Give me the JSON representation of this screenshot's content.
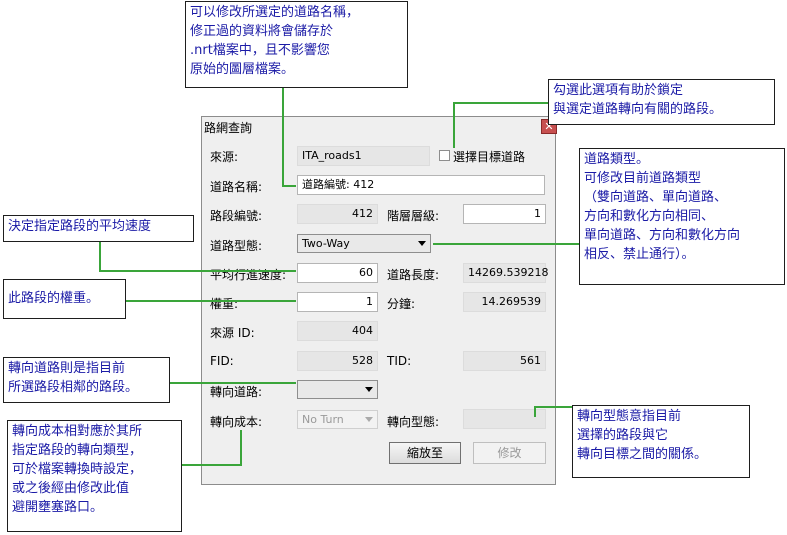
{
  "dialog": {
    "title": "路網查詢",
    "close_glyph": "✕",
    "source_label": "來源:",
    "source_value": "ITA_roads1",
    "select_target_label": "選擇目標道路",
    "road_name_label": "道路名稱:",
    "road_name_value": "道路編號: 412",
    "segment_id_label": "路段編號:",
    "segment_id_value": "412",
    "level_label": "階層層級:",
    "level_value": "1",
    "road_type_label": "道路型態:",
    "road_type_value": "Two-Way",
    "speed_label": "平均行進速度:",
    "speed_value": "60",
    "length_label": "道路長度:",
    "length_value": "14269.539218",
    "weight_label": "權重:",
    "weight_value": "1",
    "minutes_label": "分鐘:",
    "minutes_value": "14.269539",
    "source_id_label": "來源 ID:",
    "source_id_value": "404",
    "fid_label": "FID:",
    "fid_value": "528",
    "tid_label": "TID:",
    "tid_value": "561",
    "turn_road_label": "轉向道路:",
    "turn_road_value": "",
    "turn_cost_label": "轉向成本:",
    "turn_cost_value": "No Turn",
    "turn_type_label": "轉向型態:",
    "turn_type_value": "",
    "zoom_button": "縮放至",
    "modify_button": "修改"
  },
  "callouts": {
    "road_name": [
      "可以修改所選定的道路名稱，",
      "修正過的資料將會儲存於",
      ".nrt檔案中，且不影響您",
      "原始的圖層檔案。"
    ],
    "select_target": [
      "勾選此選項有助於鎖定",
      "與選定道路轉向有關的路段。"
    ],
    "road_type": [
      "道路類型。",
      "可修改目前道路類型",
      "（雙向道路、單向道路、",
      "方向和數化方向相同、",
      "單向道路、方向和數化方向",
      "相反、禁止通行）。"
    ],
    "speed": [
      "決定指定路段的平均速度"
    ],
    "weight": [
      "此路段的權重。"
    ],
    "turn_road": [
      "轉向道路則是指目前",
      "所選路段相鄰的路段。"
    ],
    "turn_cost": [
      "轉向成本相對應於其所",
      "指定路段的轉向類型，",
      "可於檔案轉換時設定，",
      "或之後經由修改此值",
      "避開壅塞路口。"
    ],
    "turn_type": [
      "轉向型態意指目前",
      "選擇的路段與它",
      "轉向目標之間的關係。"
    ]
  },
  "colors": {
    "callout_text": "#1a1aa6",
    "leader_line": "#3aa53a",
    "close_button": "#c75050"
  }
}
